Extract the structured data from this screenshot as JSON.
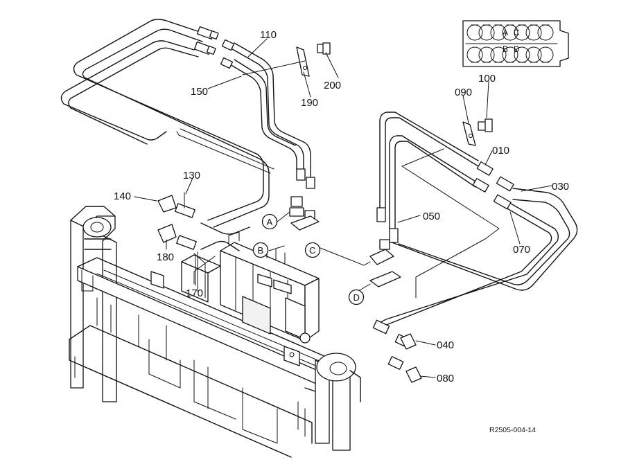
{
  "diagram": {
    "reference_code": "R2505-004-14",
    "part_labels": {
      "p010": "010",
      "p030": "030",
      "p040": "040",
      "p050": "050",
      "p070": "070",
      "p080": "080",
      "p090": "090",
      "p100": "100",
      "p110": "110",
      "p130": "130",
      "p140": "140",
      "p150": "150",
      "p170": "170",
      "p180": "180",
      "p190": "190",
      "p200": "200"
    },
    "port_markers": {
      "a": "A",
      "b": "B",
      "c": "C",
      "d": "D"
    },
    "connector_letters": [
      "A",
      "C",
      "B",
      "D"
    ]
  }
}
